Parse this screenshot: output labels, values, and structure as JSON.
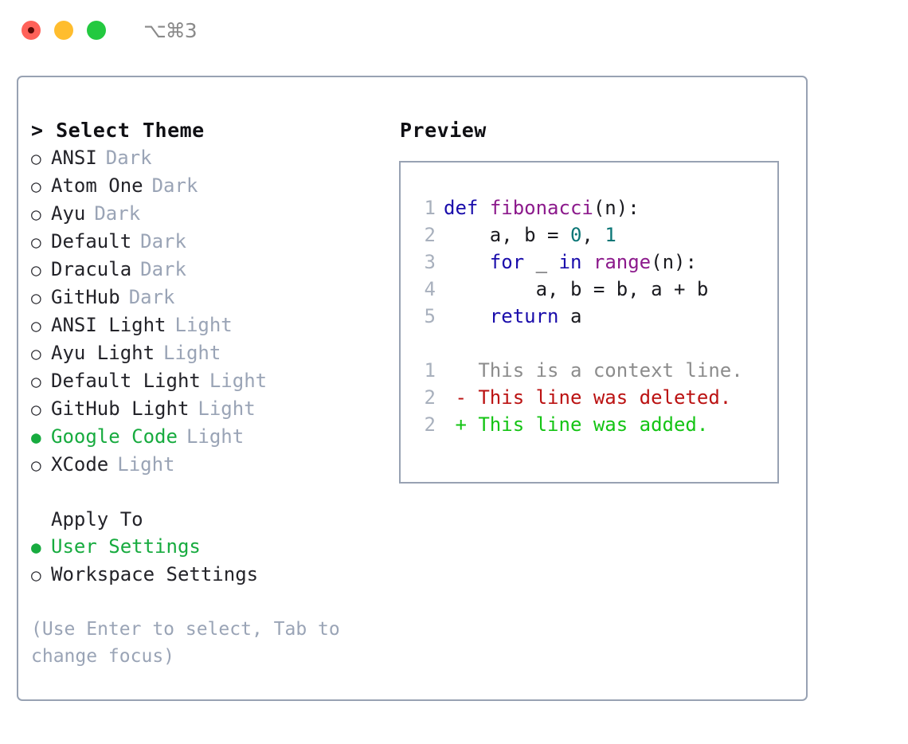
{
  "window": {
    "shortcut": "⌥⌘3",
    "traffic_lights": [
      {
        "name": "close",
        "color": "#ff6159"
      },
      {
        "name": "minimize",
        "color": "#ffbd2e"
      },
      {
        "name": "maximize",
        "color": "#23c940"
      }
    ]
  },
  "theme_picker": {
    "header": "> Select Theme",
    "items": [
      {
        "marker": "○",
        "name": "ANSI",
        "kind": "Dark",
        "selected": false
      },
      {
        "marker": "○",
        "name": "Atom One",
        "kind": "Dark",
        "selected": false
      },
      {
        "marker": "○",
        "name": "Ayu",
        "kind": "Dark",
        "selected": false
      },
      {
        "marker": "○",
        "name": "Default",
        "kind": "Dark",
        "selected": false
      },
      {
        "marker": "○",
        "name": "Dracula",
        "kind": "Dark",
        "selected": false
      },
      {
        "marker": "○",
        "name": "GitHub",
        "kind": "Dark",
        "selected": false
      },
      {
        "marker": "○",
        "name": "ANSI Light",
        "kind": "Light",
        "selected": false
      },
      {
        "marker": "○",
        "name": "Ayu Light",
        "kind": "Light",
        "selected": false
      },
      {
        "marker": "○",
        "name": "Default Light",
        "kind": "Light",
        "selected": false
      },
      {
        "marker": "○",
        "name": "GitHub Light",
        "kind": "Light",
        "selected": false
      },
      {
        "marker": "●",
        "name": "Google Code",
        "kind": "Light",
        "selected": true
      },
      {
        "marker": "○",
        "name": "XCode",
        "kind": "Light",
        "selected": false
      }
    ]
  },
  "apply_to": {
    "header": "Apply To",
    "options": [
      {
        "marker": "●",
        "label": "User Settings",
        "selected": true
      },
      {
        "marker": "○",
        "label": "Workspace Settings",
        "selected": false
      }
    ]
  },
  "hint": "(Use Enter to select, Tab to change focus)",
  "preview": {
    "title": "Preview",
    "code_lines": [
      {
        "num": "1",
        "tokens": [
          {
            "t": "def",
            "c": "kw"
          },
          {
            "t": " ",
            "c": "plain"
          },
          {
            "t": "fibonacci",
            "c": "fn"
          },
          {
            "t": "(n):",
            "c": "plain"
          }
        ]
      },
      {
        "num": "2",
        "tokens": [
          {
            "t": "    a, b = ",
            "c": "plain"
          },
          {
            "t": "0",
            "c": "num"
          },
          {
            "t": ", ",
            "c": "plain"
          },
          {
            "t": "1",
            "c": "num"
          }
        ]
      },
      {
        "num": "3",
        "tokens": [
          {
            "t": "    ",
            "c": "plain"
          },
          {
            "t": "for",
            "c": "kw"
          },
          {
            "t": " _ ",
            "c": "plain"
          },
          {
            "t": "in",
            "c": "kw"
          },
          {
            "t": " ",
            "c": "plain"
          },
          {
            "t": "range",
            "c": "fn"
          },
          {
            "t": "(n):",
            "c": "plain"
          }
        ]
      },
      {
        "num": "4",
        "tokens": [
          {
            "t": "        a, b = b, a + b",
            "c": "plain"
          }
        ]
      },
      {
        "num": "5",
        "tokens": [
          {
            "t": "    ",
            "c": "plain"
          },
          {
            "t": "return",
            "c": "kw"
          },
          {
            "t": " a",
            "c": "plain"
          }
        ]
      }
    ],
    "diff_lines": [
      {
        "num": "1",
        "tokens": [
          {
            "t": "   This is a context line.",
            "c": "ctx"
          }
        ]
      },
      {
        "num": "2",
        "tokens": [
          {
            "t": " - This line was deleted.",
            "c": "del"
          }
        ]
      },
      {
        "num": "2",
        "tokens": [
          {
            "t": " + This line was added.",
            "c": "add"
          }
        ]
      }
    ]
  },
  "colors": {
    "accent_green": "#17ab3f",
    "border": "#98a2b3",
    "muted": "#9aa4b6",
    "keyword": "#1a0dab",
    "function": "#8c1a8c",
    "number": "#0b7676",
    "diff_deleted": "#bb1212",
    "diff_added": "#14c414",
    "diff_context": "#8c8c8c"
  }
}
